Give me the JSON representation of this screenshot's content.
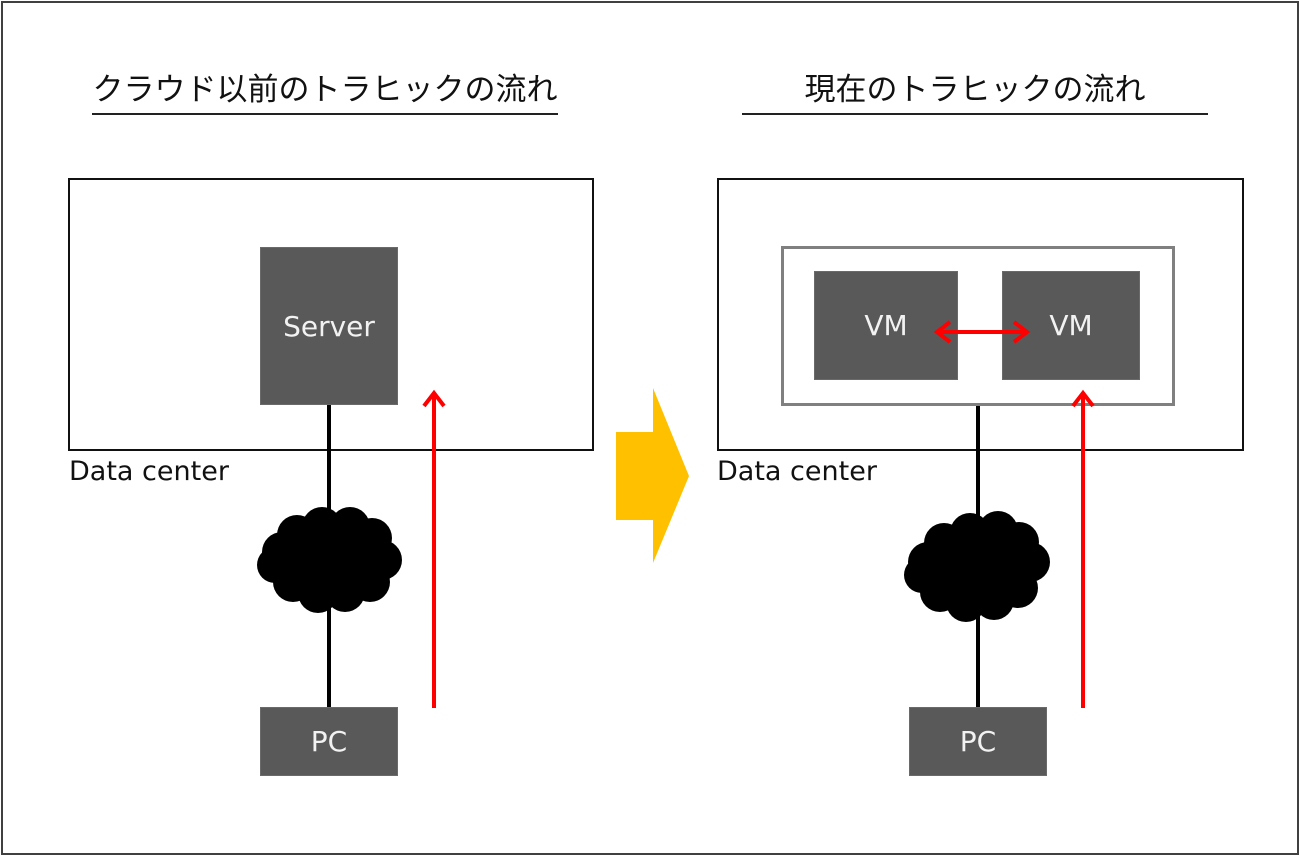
{
  "left_panel": {
    "title": "クラウド以前のトラヒックの流れ",
    "datacenter_label": "Data center",
    "server_label": "Server",
    "network_icon": "cloud-icon",
    "pc_label": "PC",
    "traffic_arrow": "PC to Server"
  },
  "transition_arrow": {
    "icon": "right-arrow-icon",
    "color": "#FFC000"
  },
  "right_panel": {
    "title": "現在のトラヒックの流れ",
    "datacenter_label": "Data center",
    "vm_labels": [
      "VM",
      "VM"
    ],
    "network_icon": "cloud-icon",
    "pc_label": "PC",
    "traffic_arrows": [
      "PC to VM",
      "VM to VM (bidirectional)"
    ]
  },
  "colors": {
    "traffic": "#FF0000",
    "node_fill": "#595959",
    "host_border": "#808080",
    "link": "#000000"
  }
}
